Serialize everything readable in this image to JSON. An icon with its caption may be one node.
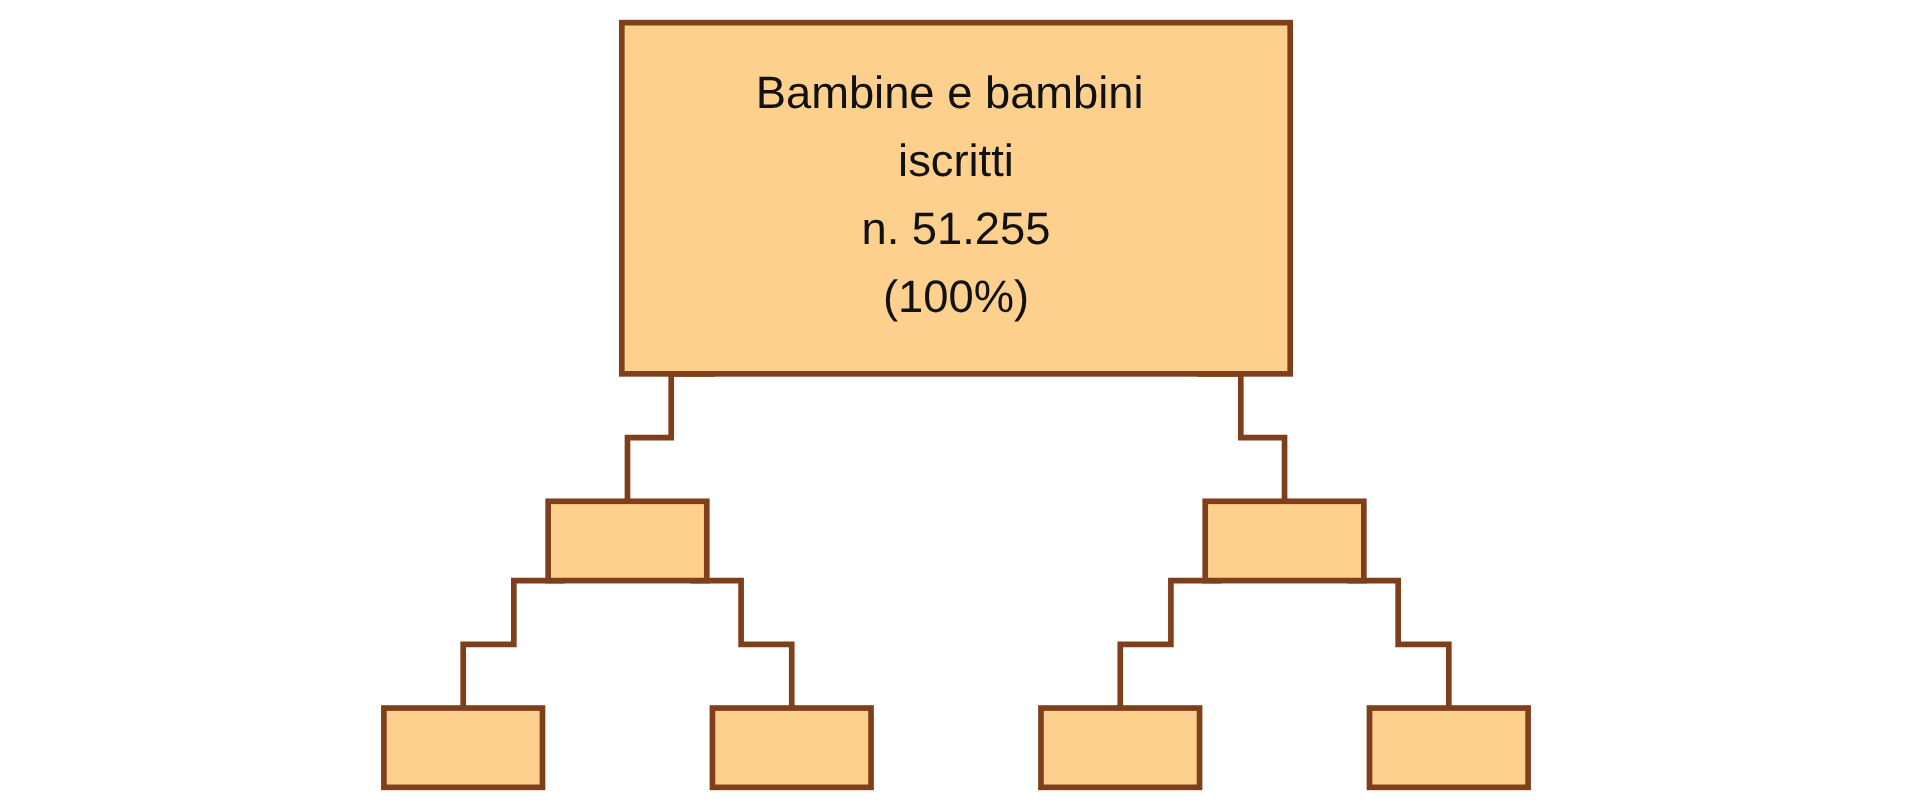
{
  "diagram": {
    "nodes": [
      {
        "text": [
          "Bambine e bambini iscritti",
          "n. 51.255",
          "(100%)"
        ]
      },
      {
        "text": [],
        "shape": "box"
      },
      {
        "text": [],
        "shape": "box"
      },
      {
        "text": [],
        "shape": "box"
      },
      {
        "text": [],
        "shape": "box"
      },
      {
        "text": [],
        "shape": "box"
      },
      {
        "text": [],
        "shape": "box"
      }
    ],
    "edges": [
      {
        "from": 0,
        "to": 1,
        "arrow": "none"
      },
      {
        "from": 0,
        "to": 2,
        "arrow": "none"
      },
      {
        "from": 1,
        "to": 3,
        "arrow": "none"
      },
      {
        "from": 1,
        "to": 4,
        "arrow": "none"
      },
      {
        "from": 2,
        "to": 5,
        "arrow": "none"
      },
      {
        "from": 2,
        "to": 6,
        "arrow": "none"
      }
    ]
  }
}
